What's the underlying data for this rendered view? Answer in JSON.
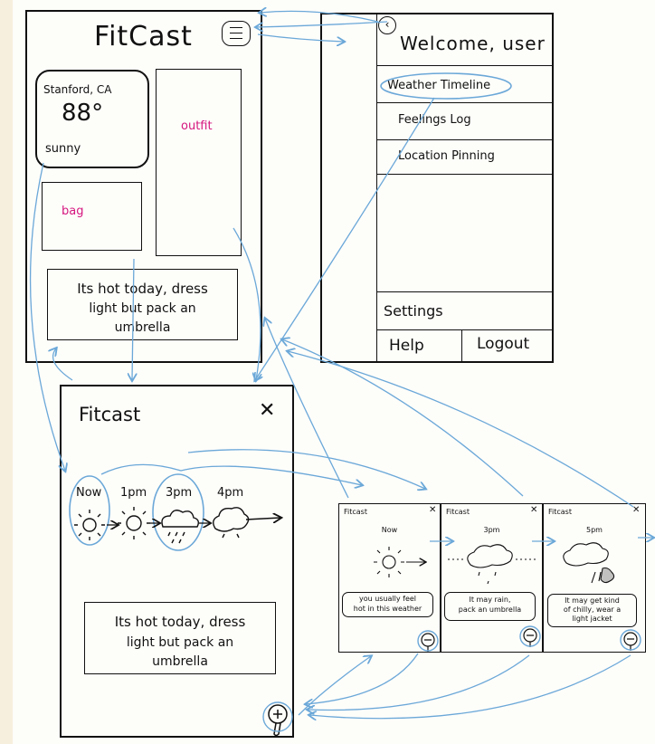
{
  "colors": {
    "ink": "#111111",
    "accent_pink": "#d6177f",
    "arrow_blue": "#6ba8d8",
    "paper": "#fdfdfa",
    "margin": "#f7efdd"
  },
  "home_screen": {
    "title": "FitCast",
    "menu_icon": "hamburger-menu-icon",
    "weather_card": {
      "location": "Stanford, CA",
      "temperature": "88°",
      "condition": "sunny"
    },
    "outfit_label": "outfit",
    "bag_label": "bag",
    "message": [
      "Its hot today, dress",
      "light but pack an",
      "umbrella"
    ]
  },
  "menu_screen": {
    "back_icon": "chevron-left-icon",
    "greeting": "Welcome, user",
    "items": [
      "Weather Timeline",
      "Feelings Log",
      "Location Pinning"
    ],
    "settings_label": "Settings",
    "help_label": "Help",
    "logout_label": "Logout"
  },
  "timeline_screen": {
    "title": "Fitcast",
    "close_icon": "close-x-icon",
    "times": [
      "Now",
      "1pm",
      "3pm",
      "4pm"
    ],
    "weather_icons": [
      "sun-icon",
      "sun-icon",
      "rain-cloud-icon",
      "cloud-icon"
    ],
    "message": [
      "Its hot today, dress",
      "light but pack an",
      "umbrella"
    ],
    "zoom_icon": "zoom-in-icon"
  },
  "detail_screens": [
    {
      "title": "Fitcast",
      "time": "Now",
      "weather_icon": "sun-icon",
      "message": [
        "you usually feel",
        "hot in this weather"
      ],
      "zoom_icon": "zoom-out-icon"
    },
    {
      "title": "Fitcast",
      "time": "3pm",
      "weather_icon": "rain-cloud-icon",
      "message": [
        "It may rain,",
        "pack an umbrella"
      ],
      "zoom_icon": "zoom-out-icon"
    },
    {
      "title": "Fitcast",
      "time": "5pm",
      "weather_icon": "storm-cloud-icon",
      "message": [
        "It may get kind",
        "of chilly, wear a",
        "light jacket"
      ],
      "zoom_icon": "zoom-out-icon"
    }
  ]
}
